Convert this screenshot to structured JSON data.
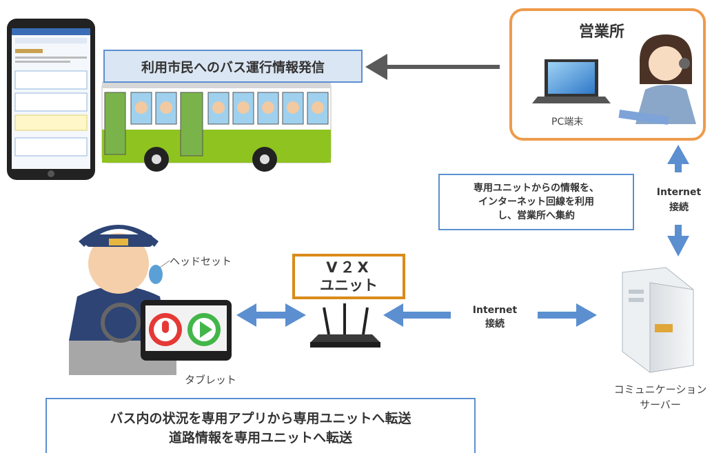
{
  "citizen_box": {
    "text": "利用市民へのバス運行情報発信"
  },
  "office": {
    "title": "営業所",
    "pc_label": "PC端末"
  },
  "internet_note": {
    "lines": [
      "専用ユニットからの情報を、",
      "インターネット回線を利用",
      "し、営業所へ集約"
    ]
  },
  "internet_vertical": {
    "line1": "Internet",
    "line2": "接続"
  },
  "internet_horizontal": {
    "line1": "Internet",
    "line2": "接続"
  },
  "v2x": {
    "line1": "V２X",
    "line2": "ユニット"
  },
  "headset_label": "ヘッドセット",
  "tablet_label": "タブレット",
  "server_label": {
    "line1": "コミュニケーション",
    "line2": "サーバー"
  },
  "bottom_box": {
    "line1": "バス内の状況を専用アプリから専用ユニットへ転送",
    "line2": "道路情報を専用ユニットへ転送"
  },
  "colors": {
    "accent_blue": "#5b8fd0",
    "office_orange": "#ee9a4d",
    "v2x_border": "#d98b1a",
    "bus_green": "#8fc31f"
  }
}
